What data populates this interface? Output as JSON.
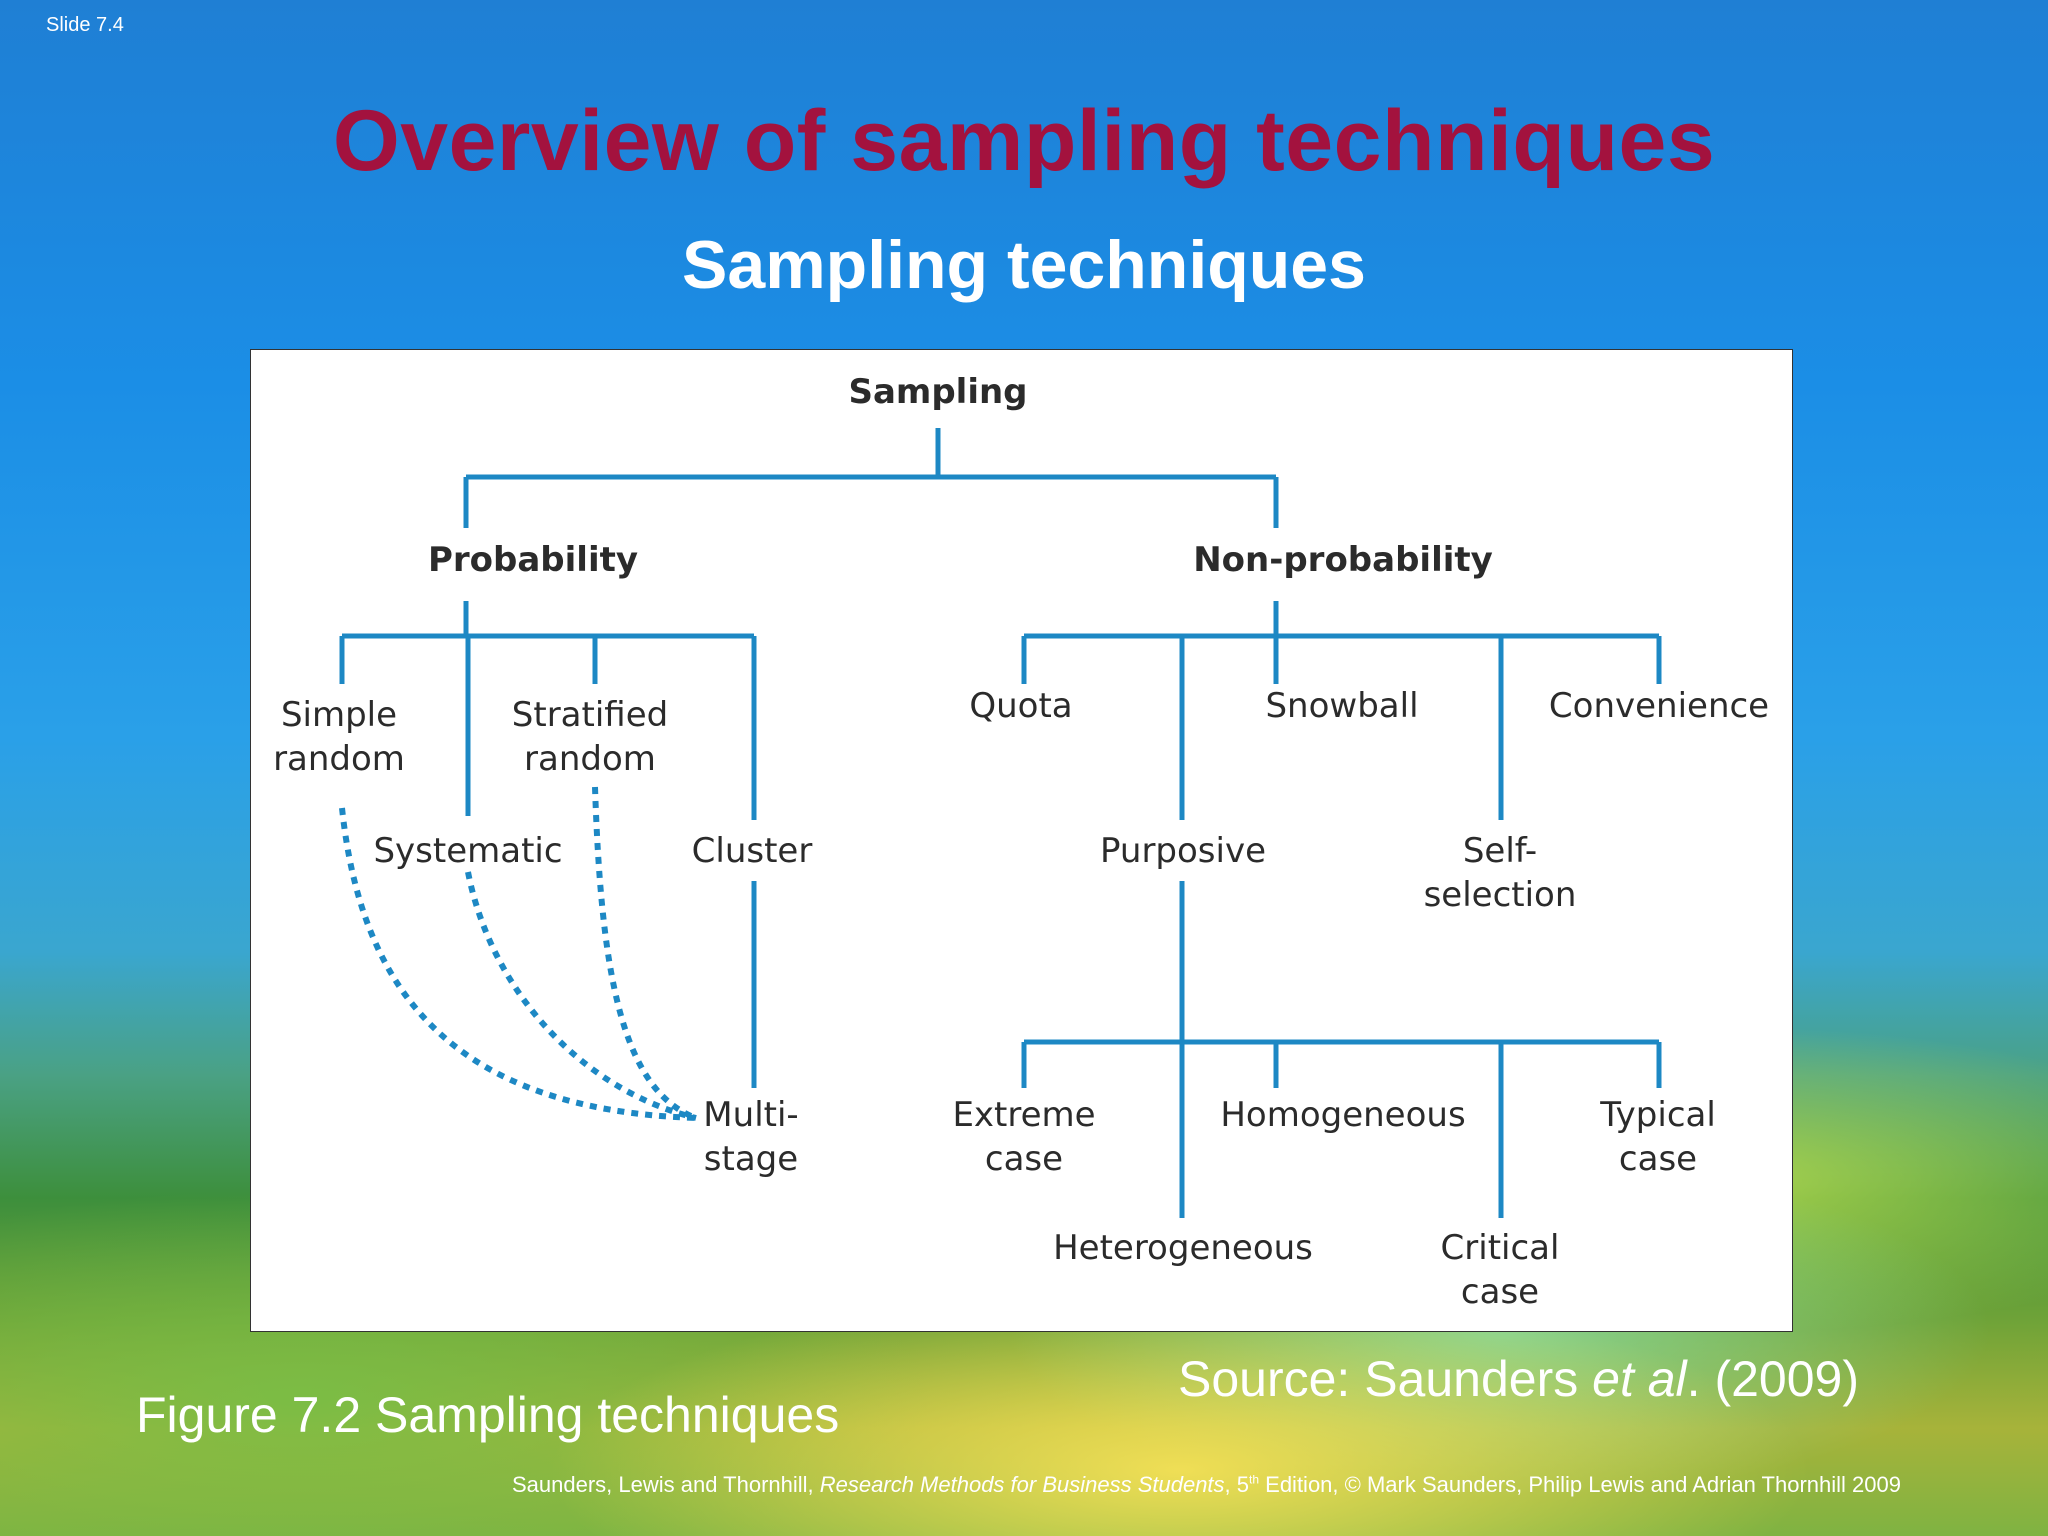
{
  "slide_number": "Slide 7.4",
  "title": "Overview of sampling techniques",
  "subtitle": "Sampling techniques",
  "diagram": {
    "root": "Sampling",
    "probability": "Probability",
    "non_probability": "Non-probability",
    "simple_random": "Simple\nrandom",
    "systematic": "Systematic",
    "stratified_random": "Stratified\nrandom",
    "cluster": "Cluster",
    "multi_stage": "Multi-\nstage",
    "quota": "Quota",
    "purposive": "Purposive",
    "snowball": "Snowball",
    "self_selection": "Self-\nselection",
    "convenience": "Convenience",
    "extreme_case": "Extreme\ncase",
    "heterogeneous": "Heterogeneous",
    "homogeneous": "Homogeneous",
    "critical_case": "Critical\ncase",
    "typical_case": "Typical\ncase",
    "line_color": "#1d88c4"
  },
  "caption": "Figure 7.2  Sampling techniques",
  "source": {
    "prefix": "Source: Saunders ",
    "italic": "et al",
    "suffix": ". (2009)"
  },
  "footer": {
    "authors": "Saunders, Lewis and Thornhill, ",
    "book": "Research Methods for Business Students",
    "edition_num": ", 5",
    "edition_sup": "th",
    "rest": " Edition, © Mark Saunders, Philip Lewis and Adrian Thornhill 2009"
  }
}
